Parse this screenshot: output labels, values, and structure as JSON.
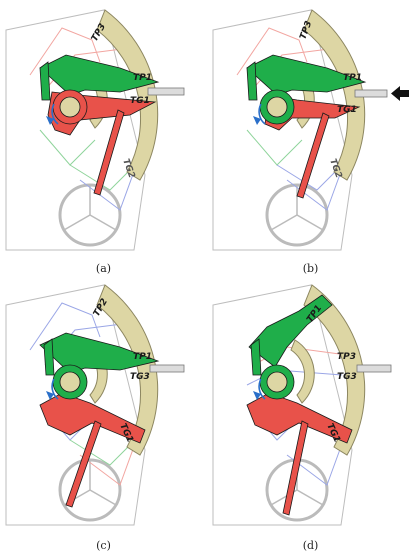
{
  "panels": [
    {
      "id": "a",
      "caption": "(a)",
      "labels": {
        "top": "TP3",
        "upper": "TP1",
        "middle": "TG1",
        "lower": "TG2"
      }
    },
    {
      "id": "b",
      "caption": "(b)",
      "labels": {
        "top": "TP3",
        "upper": "TP1",
        "middle": "TG1",
        "lower": "TG2"
      }
    },
    {
      "id": "c",
      "caption": "(c)",
      "labels": {
        "top": "TP2",
        "upper": "TP1",
        "middle": "TG3",
        "lower": "TG1"
      }
    },
    {
      "id": "d",
      "caption": "(d)",
      "labels": {
        "top": "TP1",
        "upper": "TP3",
        "middle": "TG3",
        "lower": "TG1"
      }
    }
  ],
  "colors": {
    "green": "#1fae4a",
    "red": "#e8524a",
    "tan": "#ddd6a4",
    "tan_stroke": "#8c8660",
    "blue_arrow": "#2a6fc9",
    "ghost_red": "#f2a6a1",
    "ghost_blue": "#9aa6e6",
    "ghost_green": "#8fd49b",
    "frame": "#bdbdbd"
  }
}
